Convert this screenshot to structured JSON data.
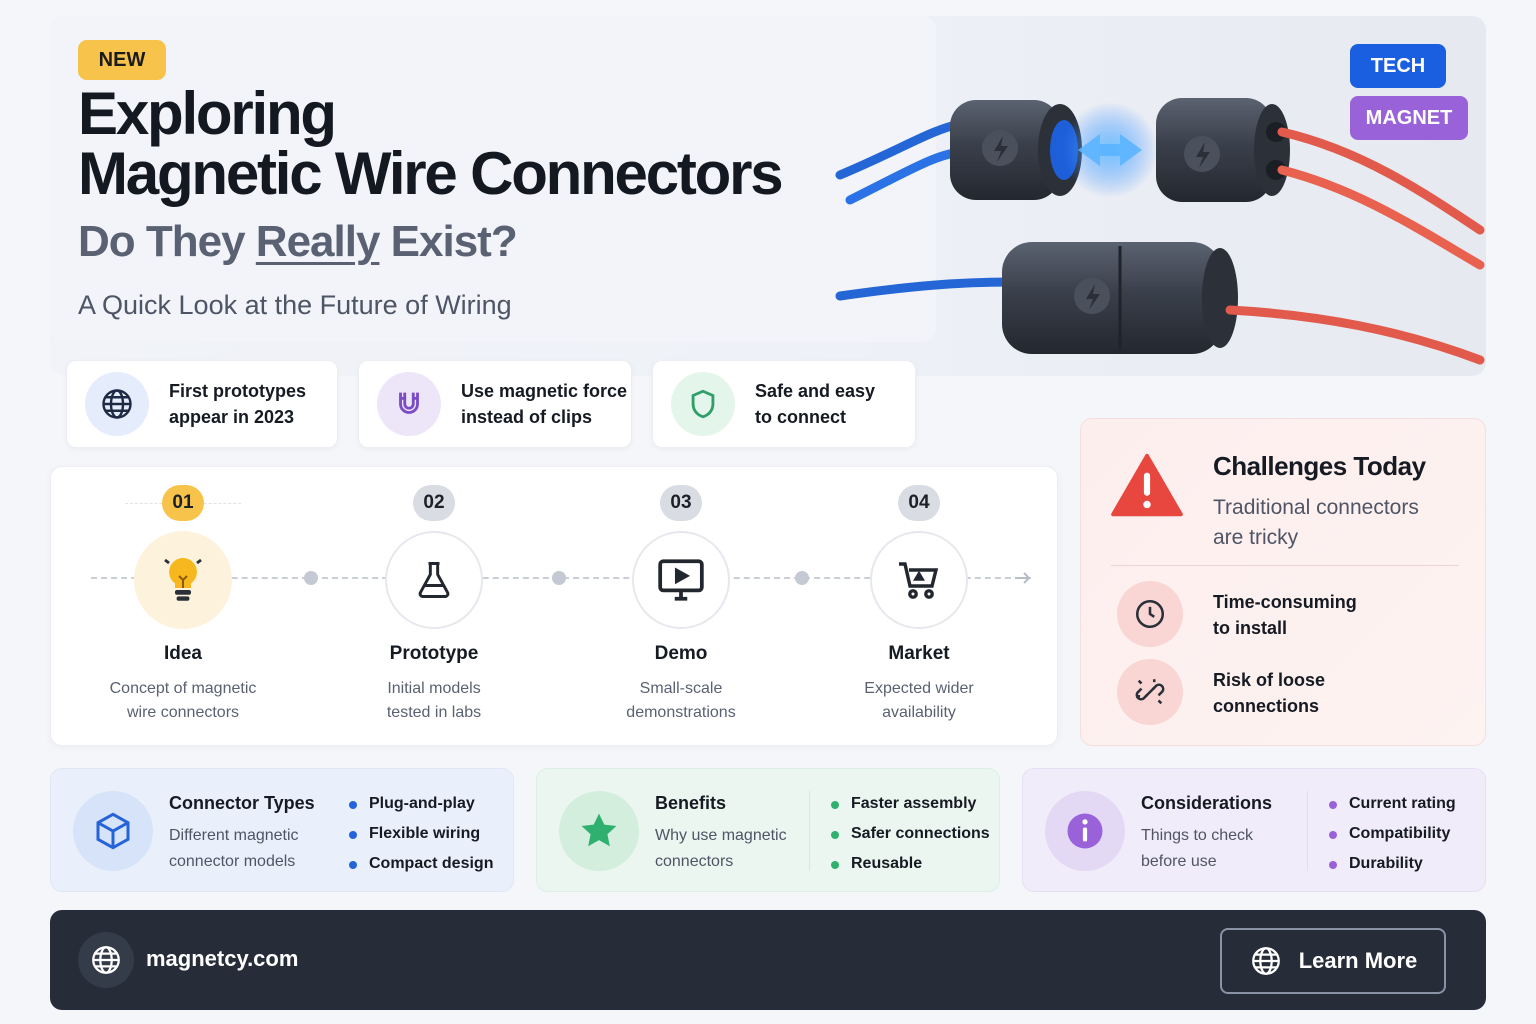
{
  "hero": {
    "badge": "NEW",
    "title_line1": "Exploring",
    "title_line2": "Magnetic Wire Connectors",
    "subtitle_pre": "Do They ",
    "subtitle_underlined": "Really",
    "subtitle_post": " Exist?",
    "tagline": "A Quick Look at the Future of Wiring",
    "tags": [
      "TECH",
      "MAGNET"
    ]
  },
  "features": [
    {
      "label": "First prototypes\nappear in 2023",
      "icon": "globe-icon"
    },
    {
      "label": "Use magnetic force\ninstead of clips",
      "icon": "magnet-icon"
    },
    {
      "label": "Safe and easy\nto connect",
      "icon": "shield-icon"
    }
  ],
  "timeline": {
    "steps": [
      {
        "num": "01",
        "name": "Idea",
        "desc": "Concept of magnetic\nwire connectors",
        "icon": "lightbulb-icon"
      },
      {
        "num": "02",
        "name": "Prototype",
        "desc": "Initial models\ntested in labs",
        "icon": "flask-icon"
      },
      {
        "num": "03",
        "name": "Demo",
        "desc": "Small-scale\ndemonstrations",
        "icon": "monitor-play-icon"
      },
      {
        "num": "04",
        "name": "Market",
        "desc": "Expected wider\navailability",
        "icon": "cart-icon"
      }
    ]
  },
  "challenges": {
    "title": "Challenges Today",
    "subtitle": "Traditional connectors\nare tricky",
    "items": [
      {
        "label": "Time-consuming\nto install",
        "icon": "clock-icon"
      },
      {
        "label": "Risk of loose\nconnections",
        "icon": "broken-link-icon"
      }
    ]
  },
  "cards": [
    {
      "title": "Connector Types",
      "desc": "Different magnetic\nconnector models",
      "bullets": [
        "Plug-and-play",
        "Flexible wiring",
        "Compact design"
      ],
      "icon": "cube-icon"
    },
    {
      "title": "Benefits",
      "desc": "Why use magnetic\nconnectors",
      "bullets": [
        "Faster assembly",
        "Safer connections",
        "Reusable"
      ],
      "icon": "star-icon"
    },
    {
      "title": "Considerations",
      "desc": "Things to check\nbefore use",
      "bullets": [
        "Current rating",
        "Compatibility",
        "Durability"
      ],
      "icon": "info-icon"
    }
  ],
  "footer": {
    "site": "magnetcy.com",
    "button": "Learn More"
  },
  "colors": {
    "accent_yellow": "#f7c34a",
    "tag_blue": "#1a5fe0",
    "tag_purple": "#9a62d8",
    "alert_red": "#e8473f",
    "footer_bg": "#262c38"
  }
}
